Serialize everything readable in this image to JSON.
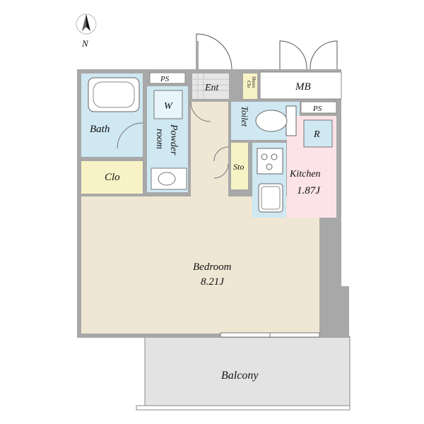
{
  "compass": {
    "label": "N"
  },
  "colors": {
    "wall": "#a8a8a8",
    "bedroom": "#efe7d4",
    "bath": "#cfe8f2",
    "clo": "#f8f3c6",
    "kitchen": "#fbe3e8",
    "ent": "#e6e6e6",
    "balcony": "#e3e3e3",
    "outline": "#666666"
  },
  "rooms": {
    "bath": "Bath",
    "w": "W",
    "powder": [
      "Powder",
      "room"
    ],
    "clo": "Clo",
    "ps_top": "PS",
    "ent": "Ent",
    "shoes": [
      "Shoes",
      "Clo"
    ],
    "mb": "MB",
    "ps_right": "PS",
    "toilet": "Toilet",
    "r": "R",
    "sto": "Sto",
    "kitchen": "Kitchen",
    "kitchen_area": "1.87J",
    "bedroom": "Bedroom",
    "bedroom_area": "8.21J",
    "balcony": "Balcony"
  }
}
